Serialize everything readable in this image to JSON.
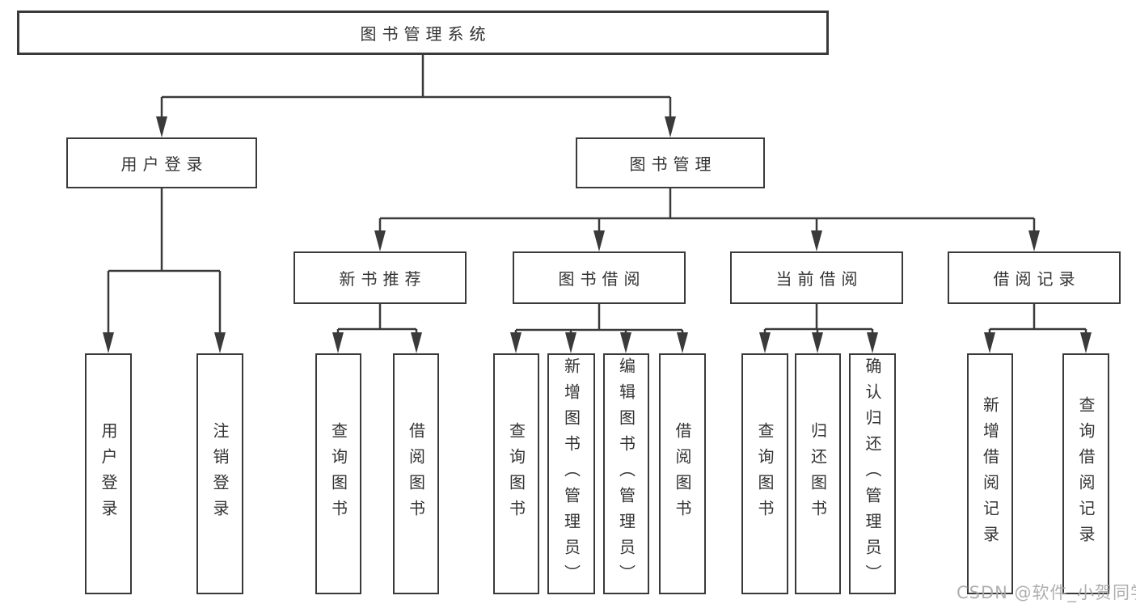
{
  "diagram": {
    "tree": {
      "label": "图书管理系统",
      "children": [
        {
          "label": "用户登录",
          "children": [
            {
              "label": "用户登录"
            },
            {
              "label": "注销登录"
            }
          ]
        },
        {
          "label": "图书管理",
          "children": [
            {
              "label": "新书推荐",
              "children": [
                {
                  "label": "查询图书"
                },
                {
                  "label": "借阅图书"
                }
              ]
            },
            {
              "label": "图书借阅",
              "children": [
                {
                  "label": "查询图书"
                },
                {
                  "label": "新增图书（管理员）"
                },
                {
                  "label": "编辑图书（管理员）"
                },
                {
                  "label": "借阅图书"
                }
              ]
            },
            {
              "label": "当前借阅",
              "children": [
                {
                  "label": "查询图书"
                },
                {
                  "label": "归还图书"
                },
                {
                  "label": "确认归还（管理员）"
                }
              ]
            },
            {
              "label": "借阅记录",
              "children": [
                {
                  "label": "新增借阅记录"
                },
                {
                  "label": "查询借阅记录"
                }
              ]
            }
          ]
        }
      ]
    },
    "colors": {
      "line": "#3a3a3a",
      "node_border": "#3a3a3a",
      "node_text": "#333333",
      "background": "#ffffff",
      "watermark": "#a8a8a8"
    }
  },
  "watermark": {
    "text": "CSDN @软件_小贺同学"
  }
}
